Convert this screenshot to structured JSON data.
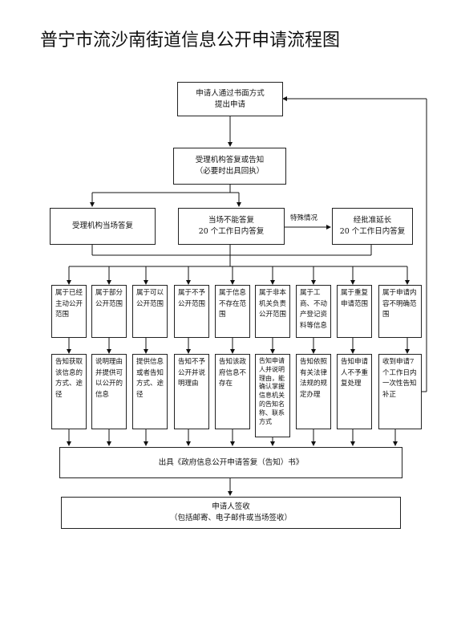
{
  "title": "普宁市流沙南街道信息公开申请流程图",
  "step1": {
    "line1": "申请人通过书面方式",
    "line2": "提出申请"
  },
  "step2": {
    "line1": "受理机构答复或告知",
    "line2": "（必要时出具回执）"
  },
  "branch_left": {
    "line1": "受理机构当场答复"
  },
  "branch_mid": {
    "line1": "当场不能答复",
    "line2": "20 个工作日内答复"
  },
  "branch_right": {
    "line1": "经批准延长",
    "line2": "20 个工作日内答复"
  },
  "special_note": "特殊情况",
  "categories": [
    {
      "type": "属于已经主动公开范围",
      "action": "告知获取该信息的方式、途径"
    },
    {
      "type": "属于部分公开范围",
      "action": "说明理由并提供可以公开的信息"
    },
    {
      "type": "属于可以公开范围",
      "action": "提供信息或者告知方式、途径"
    },
    {
      "type": "属于不予公开范围",
      "action": "告知不予公开并说明理由"
    },
    {
      "type": "属于信息不存在范围",
      "action": "告知该政府信息不存在"
    },
    {
      "type": "属于非本机关负责公开范围",
      "action": "告知申请人并说明理由，能确认掌握信息机关的告知名称、联系方式"
    },
    {
      "type": "属于工商、不动产登记资料等信息",
      "action": "告知依照有关法律法规的规定办理"
    },
    {
      "type": "属于重复申请范围",
      "action": "告知申请人不予重复处理"
    },
    {
      "type": "属于申请内容不明确范围",
      "action": "收到申请7个工作日内一次性告知补正"
    }
  ],
  "step_issue": "出具《政府信息公开申请答复（告知）书》",
  "step_sign": {
    "line1": "申请人签收",
    "line2": "（包括邮寄、电子邮件或当场签收）"
  }
}
